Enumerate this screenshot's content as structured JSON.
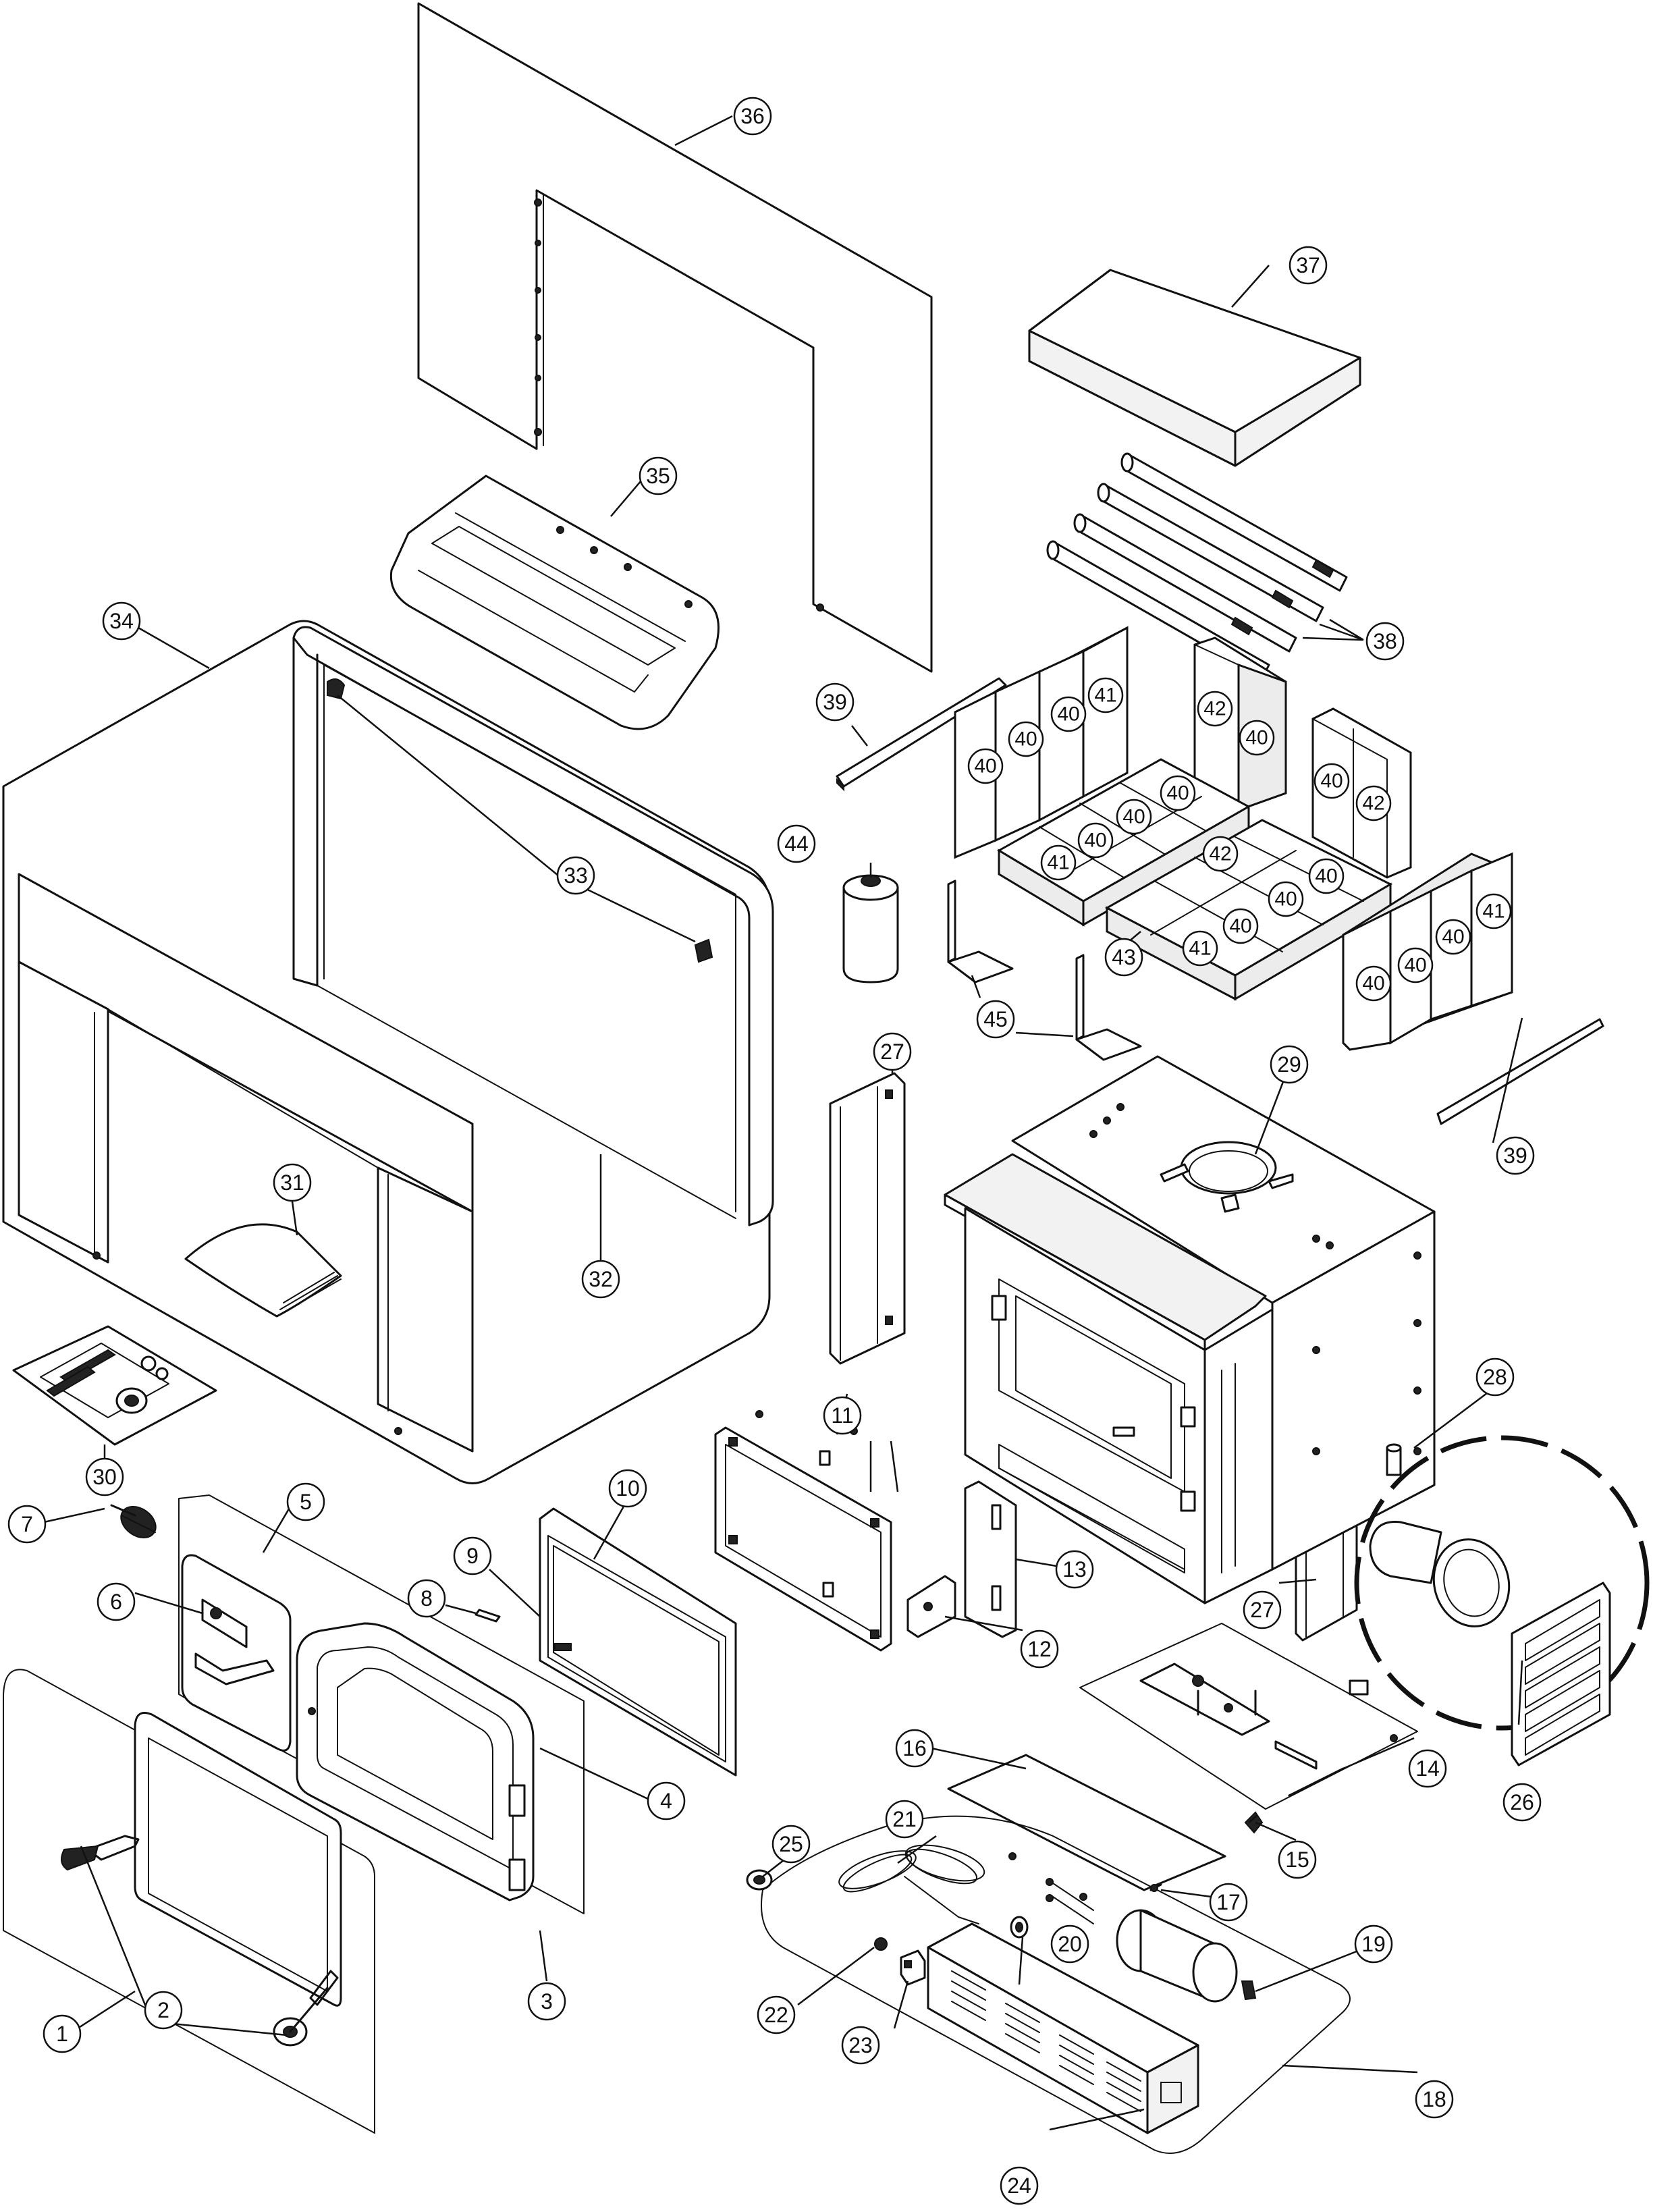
{
  "diagram": {
    "callouts": [
      {
        "id": "c1",
        "label": "1"
      },
      {
        "id": "c2",
        "label": "2"
      },
      {
        "id": "c3",
        "label": "3"
      },
      {
        "id": "c4",
        "label": "4"
      },
      {
        "id": "c5",
        "label": "5"
      },
      {
        "id": "c6",
        "label": "6"
      },
      {
        "id": "c7",
        "label": "7"
      },
      {
        "id": "c8",
        "label": "8"
      },
      {
        "id": "c9",
        "label": "9"
      },
      {
        "id": "c10",
        "label": "10"
      },
      {
        "id": "c11",
        "label": "11"
      },
      {
        "id": "c12",
        "label": "12"
      },
      {
        "id": "c13",
        "label": "13"
      },
      {
        "id": "c14",
        "label": "14"
      },
      {
        "id": "c15",
        "label": "15"
      },
      {
        "id": "c16",
        "label": "16"
      },
      {
        "id": "c17",
        "label": "17"
      },
      {
        "id": "c18",
        "label": "18"
      },
      {
        "id": "c19",
        "label": "19"
      },
      {
        "id": "c20",
        "label": "20"
      },
      {
        "id": "c21",
        "label": "21"
      },
      {
        "id": "c22",
        "label": "22"
      },
      {
        "id": "c23",
        "label": "23"
      },
      {
        "id": "c24",
        "label": "24"
      },
      {
        "id": "c25",
        "label": "25"
      },
      {
        "id": "c26",
        "label": "26"
      },
      {
        "id": "c27a",
        "label": "27"
      },
      {
        "id": "c27b",
        "label": "27"
      },
      {
        "id": "c28",
        "label": "28"
      },
      {
        "id": "c29",
        "label": "29"
      },
      {
        "id": "c30",
        "label": "30"
      },
      {
        "id": "c31",
        "label": "31"
      },
      {
        "id": "c32",
        "label": "32"
      },
      {
        "id": "c33",
        "label": "33"
      },
      {
        "id": "c34",
        "label": "34"
      },
      {
        "id": "c35",
        "label": "35"
      },
      {
        "id": "c36",
        "label": "36"
      },
      {
        "id": "c37",
        "label": "37"
      },
      {
        "id": "c38",
        "label": "38"
      },
      {
        "id": "c39a",
        "label": "39"
      },
      {
        "id": "c39b",
        "label": "39"
      },
      {
        "id": "c43",
        "label": "43"
      },
      {
        "id": "c44",
        "label": "44"
      },
      {
        "id": "c45",
        "label": "45"
      }
    ],
    "brick_labels": [
      {
        "id": "b1",
        "label": "40"
      },
      {
        "id": "b2",
        "label": "40"
      },
      {
        "id": "b3",
        "label": "40"
      },
      {
        "id": "b4",
        "label": "41"
      },
      {
        "id": "b5",
        "label": "42"
      },
      {
        "id": "b6",
        "label": "40"
      },
      {
        "id": "b7",
        "label": "40"
      },
      {
        "id": "b8",
        "label": "42"
      },
      {
        "id": "b9",
        "label": "40"
      },
      {
        "id": "b10",
        "label": "40"
      },
      {
        "id": "b11",
        "label": "41"
      },
      {
        "id": "b12",
        "label": "40"
      },
      {
        "id": "b13",
        "label": "42"
      },
      {
        "id": "b14",
        "label": "40"
      },
      {
        "id": "b15",
        "label": "40"
      },
      {
        "id": "b16",
        "label": "40"
      },
      {
        "id": "b17",
        "label": "41"
      },
      {
        "id": "b18",
        "label": "40"
      },
      {
        "id": "b19",
        "label": "40"
      },
      {
        "id": "b20",
        "label": "40"
      },
      {
        "id": "b21",
        "label": "41"
      }
    ]
  }
}
